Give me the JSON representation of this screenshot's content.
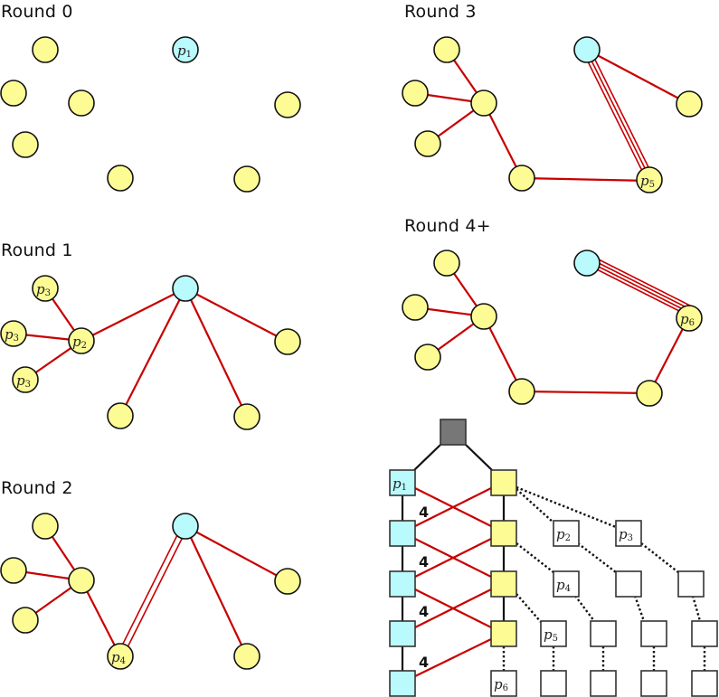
{
  "colors": {
    "node_yellow": "#fdfc94",
    "node_cyan": "#b9fafc",
    "root_gray": "#777777",
    "edge_red": "#c80000",
    "stroke": "#111111",
    "box_white": "#ffffff"
  },
  "panels": [
    {
      "id": "round0",
      "title": "Round 0"
    },
    {
      "id": "round1",
      "title": "Round 1"
    },
    {
      "id": "round2",
      "title": "Round 2"
    },
    {
      "id": "round3",
      "title": "Round 3"
    },
    {
      "id": "round4",
      "title": "Round 4+"
    }
  ],
  "labels": {
    "p1": {
      "base": "p",
      "sub": "1"
    },
    "p2": {
      "base": "p",
      "sub": "2"
    },
    "p3": {
      "base": "p",
      "sub": "3"
    },
    "p4": {
      "base": "p",
      "sub": "4"
    },
    "p5": {
      "base": "p",
      "sub": "5"
    },
    "p6": {
      "base": "p",
      "sub": "6"
    }
  },
  "tree": {
    "edge_weight": "4",
    "weights": [
      "4",
      "4",
      "4",
      "4"
    ]
  }
}
